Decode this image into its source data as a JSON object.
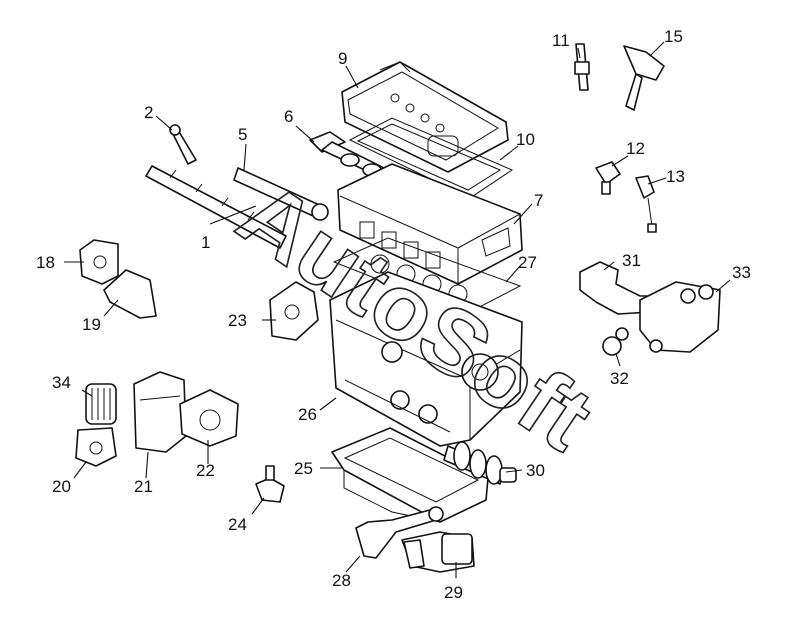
{
  "watermark": "AutoSoft",
  "callouts": [
    {
      "id": "c1",
      "label": "1"
    },
    {
      "id": "c2",
      "label": "2"
    },
    {
      "id": "c5",
      "label": "5"
    },
    {
      "id": "c6",
      "label": "6"
    },
    {
      "id": "c7",
      "label": "7"
    },
    {
      "id": "c9",
      "label": "9"
    },
    {
      "id": "c10",
      "label": "10"
    },
    {
      "id": "c11",
      "label": "11"
    },
    {
      "id": "c12",
      "label": "12"
    },
    {
      "id": "c13",
      "label": "13"
    },
    {
      "id": "c15",
      "label": "15"
    },
    {
      "id": "c18",
      "label": "18"
    },
    {
      "id": "c19",
      "label": "19"
    },
    {
      "id": "c20",
      "label": "20"
    },
    {
      "id": "c21",
      "label": "21"
    },
    {
      "id": "c22",
      "label": "22"
    },
    {
      "id": "c23",
      "label": "23"
    },
    {
      "id": "c24",
      "label": "24"
    },
    {
      "id": "c25",
      "label": "25"
    },
    {
      "id": "c26",
      "label": "26"
    },
    {
      "id": "c27",
      "label": "27"
    },
    {
      "id": "c28",
      "label": "28"
    },
    {
      "id": "c29",
      "label": "29"
    },
    {
      "id": "c30",
      "label": "30"
    },
    {
      "id": "c31",
      "label": "31"
    },
    {
      "id": "c32",
      "label": "32"
    },
    {
      "id": "c33",
      "label": "33"
    },
    {
      "id": "c34",
      "label": "34"
    }
  ]
}
